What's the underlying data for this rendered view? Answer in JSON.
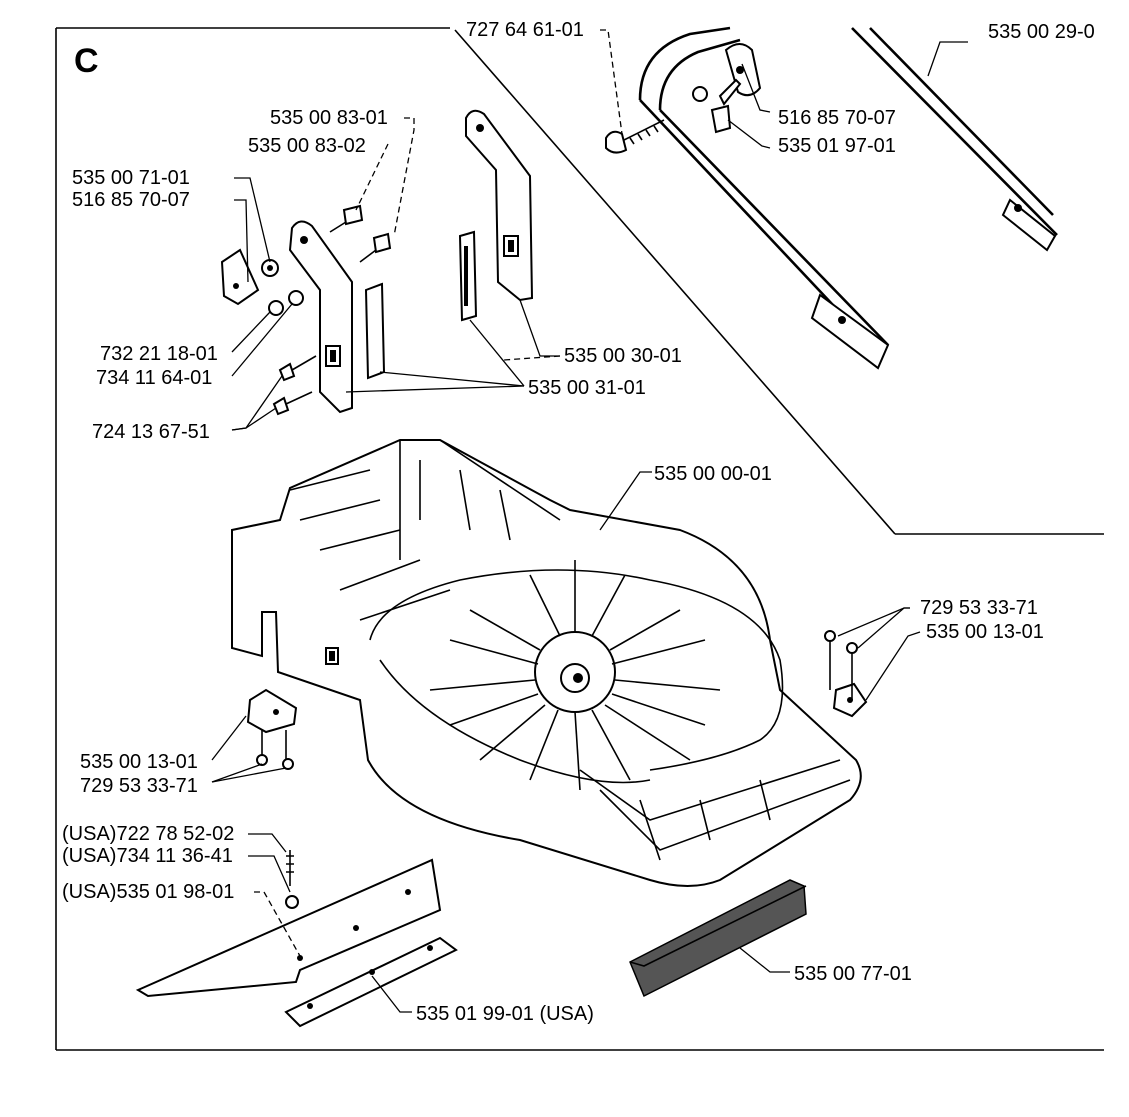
{
  "section_letter": "C",
  "labels": {
    "l_727_64_61": "727 64 61-01",
    "l_535_00_29": "535 00 29-0",
    "l_516_85_70_top": "516 85 70-07",
    "l_535_01_97": "535 01 97-01",
    "l_535_00_83_01": "535 00 83-01",
    "l_535_00_83_02": "535 00 83-02",
    "l_535_00_71": "535 00 71-01",
    "l_516_85_70_left": "516 85 70-07",
    "l_732_21_18": "732 21 18-01",
    "l_734_11_64": "734 11 64-01",
    "l_535_00_30": "535 00 30-01",
    "l_535_00_31": "535 00 31-01",
    "l_724_13_67": "724 13 67-51",
    "l_535_00_00": "535 00 00-01",
    "l_729_53_33_right": "729 53 33-71",
    "l_535_00_13_right": "535 00 13-01",
    "l_535_00_13_left": "535 00 13-01",
    "l_729_53_33_left": "729 53 33-71",
    "l_722_78_52": "(USA)722 78 52-02",
    "l_734_11_36": "(USA)734 11 36-41",
    "l_535_01_98": "(USA)535 01 98-01",
    "l_535_00_77": "535 00 77-01",
    "l_535_01_99": "535 01 99-01 (USA)"
  }
}
